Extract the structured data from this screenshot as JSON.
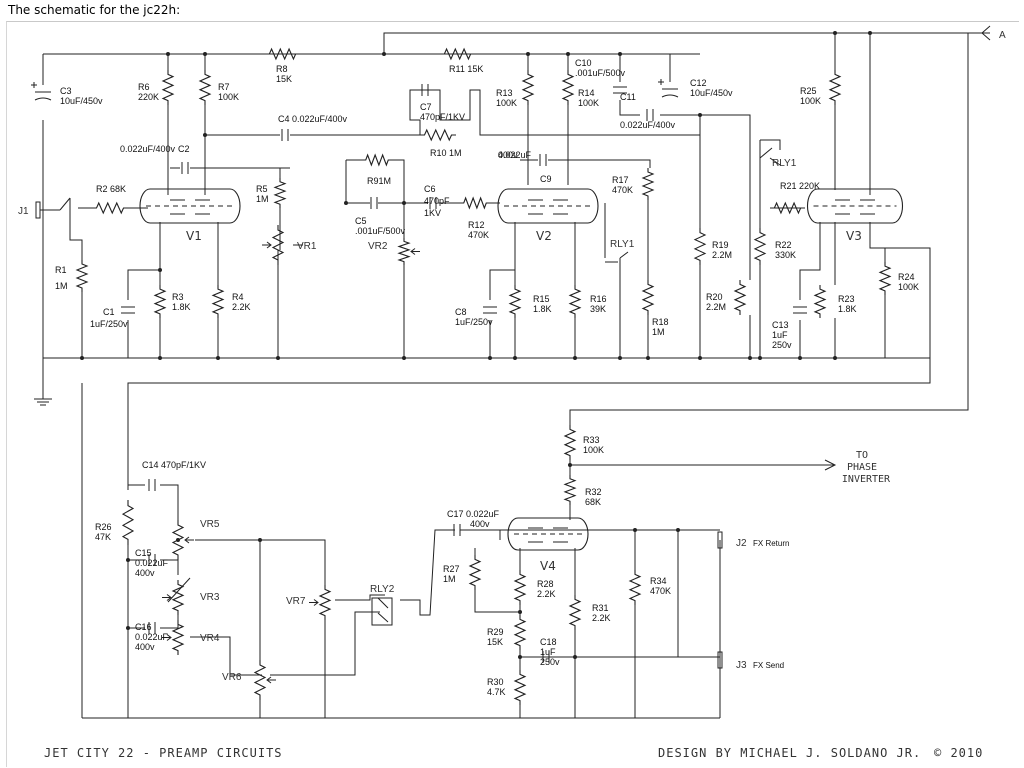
{
  "caption": "The schematic for the jc22h:",
  "footer": {
    "left": "JET CITY 22 - PREAMP CIRCUITS",
    "right": "DESIGN BY MICHAEL J. SOLDANO JR.",
    "copyright": "© 2010"
  },
  "node_a": "A",
  "phase_note": [
    "TO",
    "PHASE",
    "INVERTER"
  ],
  "tubes": [
    "V1",
    "V2",
    "V3",
    "V4"
  ],
  "jacks": {
    "j1": "J1",
    "j2": "J2",
    "j2_label": "FX Return",
    "j3": "J3",
    "j3_label": "FX Send"
  },
  "relays": [
    "RLY1",
    "RLY1",
    "RLY2"
  ],
  "pots": [
    "VR1",
    "VR2",
    "VR3",
    "VR4",
    "VR5",
    "VR6",
    "VR7"
  ],
  "parts": {
    "R1": [
      "R1",
      "1M"
    ],
    "R2": [
      "R2",
      "68K"
    ],
    "R3": [
      "R3",
      "1.8K"
    ],
    "R4": [
      "R4",
      "2.2K"
    ],
    "R5": [
      "R5",
      "1M"
    ],
    "R6": [
      "R6",
      "220K"
    ],
    "R7": [
      "R7",
      "100K"
    ],
    "R8": [
      "R8",
      "15K"
    ],
    "R9": [
      "R9",
      "1M"
    ],
    "R10": [
      "R10",
      "1M"
    ],
    "R11": [
      "R11",
      "15K"
    ],
    "R12": [
      "R12",
      "470K"
    ],
    "R13": [
      "R13",
      "100K"
    ],
    "R14": [
      "R14",
      "100K"
    ],
    "R15": [
      "R15",
      "1.8K"
    ],
    "R16": [
      "R16",
      "39K"
    ],
    "R17": [
      "R17",
      "470K"
    ],
    "R18": [
      "R18",
      "1M"
    ],
    "R19": [
      "R19",
      "2.2M"
    ],
    "R20": [
      "R20",
      "2.2M"
    ],
    "R21": [
      "R21",
      "220K"
    ],
    "R22": [
      "R22",
      "330K"
    ],
    "R23": [
      "R23",
      "1.8K"
    ],
    "R24": [
      "R24",
      "100K"
    ],
    "R25": [
      "R25",
      "100K"
    ],
    "R26": [
      "R26",
      "47K"
    ],
    "R27": [
      "R27",
      "1M"
    ],
    "R28": [
      "R28",
      "2.2K"
    ],
    "R29": [
      "R29",
      "15K"
    ],
    "R30": [
      "R30",
      "4.7K"
    ],
    "R31": [
      "R31",
      "2.2K"
    ],
    "R32": [
      "R32",
      "68K"
    ],
    "R33": [
      "R33",
      "100K"
    ],
    "R34": [
      "R34",
      "470K"
    ],
    "C1": [
      "C1",
      "1uF/250v"
    ],
    "C2": [
      "C2",
      "0.022uF/400v"
    ],
    "C3": [
      "C3",
      "10uF/450v"
    ],
    "C4": [
      "C4",
      "0.022uF/400v"
    ],
    "C5": [
      "C5",
      ".001uF/500v"
    ],
    "C6": [
      "C6",
      "470pF",
      "1KV"
    ],
    "C7": [
      "C7",
      "470pF/1KV"
    ],
    "C8": [
      "C8",
      "1uF/250v"
    ],
    "C9": [
      "C9",
      "0.022uF",
      "400v"
    ],
    "C10": [
      "C10",
      ".001uF/500v"
    ],
    "C11": [
      "C11",
      "0.022uF/400v"
    ],
    "C12": [
      "C12",
      "10uF/450v"
    ],
    "C13": [
      "C13",
      "1uF",
      "250v"
    ],
    "C14": [
      "C14",
      "470pF/1KV"
    ],
    "C15": [
      "C15",
      "0.022uF",
      "400v"
    ],
    "C16": [
      "C16",
      "0.022uF",
      "400v"
    ],
    "C17": [
      "C17",
      "0.022uF",
      "400v"
    ],
    "C18": [
      "C18",
      "1uF",
      "250v"
    ]
  }
}
